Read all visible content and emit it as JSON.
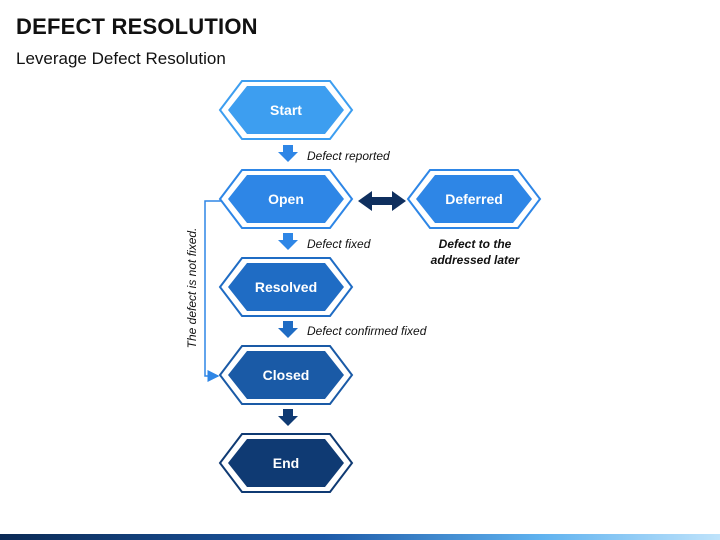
{
  "title": "DEFECT RESOLUTION",
  "subtitle": "Leverage Defect Resolution",
  "nodes": {
    "start": {
      "label": "Start",
      "color": "#3d9ef0"
    },
    "open": {
      "label": "Open",
      "color": "#2e86e6"
    },
    "deferred": {
      "label": "Deferred",
      "color": "#2e86e6"
    },
    "resolved": {
      "label": "Resolved",
      "color": "#1f6cc4"
    },
    "closed": {
      "label": "Closed",
      "color": "#1a5aa6"
    },
    "end": {
      "label": "End",
      "color": "#0f3a73"
    }
  },
  "edges": {
    "start_open": "Defect reported",
    "open_resolved": "Defect fixed",
    "resolved_closed": "Defect confirmed fixed",
    "loop": "The defect is not fixed."
  },
  "notes": {
    "deferred_line1": "Defect to the",
    "deferred_line2": "addressed later"
  },
  "colors": {
    "arrow": "#2e86e6",
    "double_arrow": "#0f2f5e",
    "loop_line": "#2e86e6"
  }
}
